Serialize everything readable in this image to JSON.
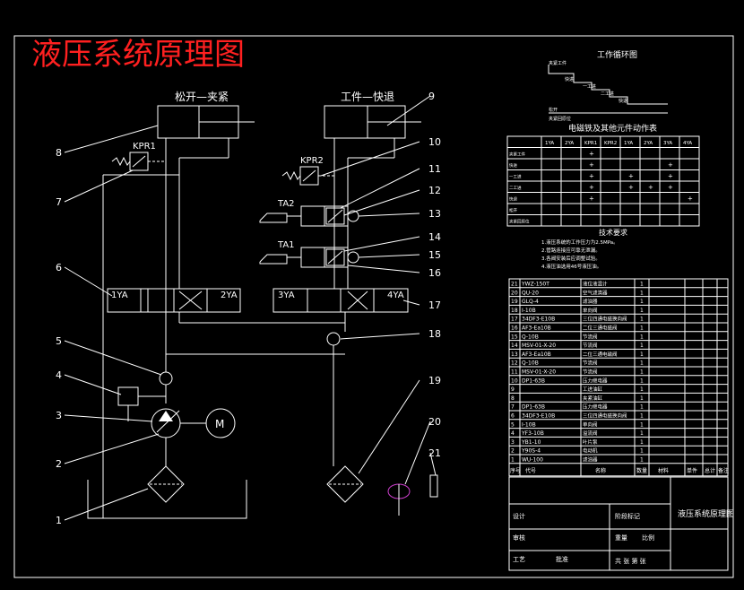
{
  "title": "液压系统原理图",
  "labels": {
    "clamp": "松开—夹紧",
    "feed": "工件—快退",
    "kpr1": "KPR1",
    "kpr2": "KPR2",
    "ta1": "TA1",
    "ta2": "TA2",
    "sol_1ya": "1YA",
    "sol_2ya": "2YA",
    "sol_3ya": "3YA",
    "sol_4ya": "4YA",
    "motor": "M"
  },
  "callouts": [
    "1",
    "2",
    "3",
    "4",
    "5",
    "6",
    "7",
    "8",
    "9",
    "10",
    "11",
    "12",
    "13",
    "14",
    "15",
    "16",
    "17",
    "18",
    "19",
    "20",
    "21"
  ],
  "cycle_chart": {
    "title": "工作循环图",
    "steps": [
      "夹紧工件",
      "快进",
      "一工进",
      "二工进",
      "快退",
      "松开",
      "夹紧回原位"
    ]
  },
  "action_table": {
    "title": "电磁铁及其他元件动作表",
    "headers": [
      "",
      "1YA",
      "2YA",
      "KPR1",
      "KPR2",
      "1YA",
      "2YA",
      "3YA",
      "4YA"
    ],
    "rows": [
      [
        "夹紧工件",
        "",
        "",
        "+",
        "",
        "",
        "",
        "",
        ""
      ],
      [
        "快进",
        "",
        "",
        "+",
        "",
        "",
        "",
        "+",
        ""
      ],
      [
        "一工进",
        "",
        "",
        "+",
        "",
        "+",
        "",
        "+",
        ""
      ],
      [
        "二工进",
        "",
        "",
        "+",
        "",
        "+",
        "+",
        "+",
        ""
      ],
      [
        "快退",
        "",
        "",
        "+",
        "",
        "",
        "",
        "",
        "+"
      ],
      [
        "松开",
        "",
        "",
        "",
        "",
        "",
        "",
        "",
        ""
      ],
      [
        "夹紧回原位",
        "",
        "",
        "",
        "",
        "",
        "",
        "",
        ""
      ]
    ]
  },
  "notes": {
    "title": "技术要求",
    "lines": [
      "1.液压系统的工作压力为2.5MPa。",
      "2.管路连接应可靠无泄漏。",
      "3.各阀安装后应调整试验。",
      "4.液压油选用46号液压油。"
    ]
  },
  "parts_rows": [
    [
      "21",
      "YWZ-150T",
      "液位液温计",
      "1"
    ],
    [
      "20",
      "QU-20",
      "空气滤清器",
      "1"
    ],
    [
      "19",
      "GLQ-4",
      "滤油器",
      "1"
    ],
    [
      "18",
      "I-10B",
      "单向阀",
      "1"
    ],
    [
      "17",
      "34DF3-E10B",
      "三位四通电磁换向阀",
      "1"
    ],
    [
      "16",
      "AF3-Ea10B",
      "二位三通电磁阀",
      "1"
    ],
    [
      "15",
      "Q-10B",
      "节流阀",
      "1"
    ],
    [
      "14",
      "MSV-01-X-20",
      "节流阀",
      "1"
    ],
    [
      "13",
      "AF3-Ea10B",
      "二位三通电磁阀",
      "1"
    ],
    [
      "12",
      "Q-10B",
      "节流阀",
      "1"
    ],
    [
      "11",
      "MSV-01-X-20",
      "节流阀",
      "1"
    ],
    [
      "10",
      "DP1-63B",
      "压力继电器",
      "1"
    ],
    [
      "9",
      "",
      "工进油缸",
      "1"
    ],
    [
      "8",
      "",
      "夹紧油缸",
      "1"
    ],
    [
      "7",
      "DP1-63B",
      "压力继电器",
      "1"
    ],
    [
      "6",
      "34DF3-E10B",
      "三位四通电磁换向阀",
      "1"
    ],
    [
      "5",
      "I-10B",
      "单向阀",
      "1"
    ],
    [
      "4",
      "YF3-10B",
      "溢流阀",
      "1"
    ],
    [
      "3",
      "YB1-10",
      "叶片泵",
      "1"
    ],
    [
      "2",
      "Y90S-4",
      "电动机",
      "1"
    ],
    [
      "1",
      "WU-100",
      "滤油器",
      "1"
    ]
  ],
  "parts_header": [
    "序号",
    "代号",
    "名称",
    "数量",
    "材料",
    "单件",
    "总计",
    "备注"
  ],
  "title_block": {
    "drawing_name": "液压系统原理图",
    "stage_label": "阶段标记",
    "weight_label": "重量",
    "scale_label": "比例",
    "designer": "设计",
    "checker": "审核",
    "craft": "工艺",
    "approver": "批准",
    "sheet": "共 张 第 张"
  }
}
